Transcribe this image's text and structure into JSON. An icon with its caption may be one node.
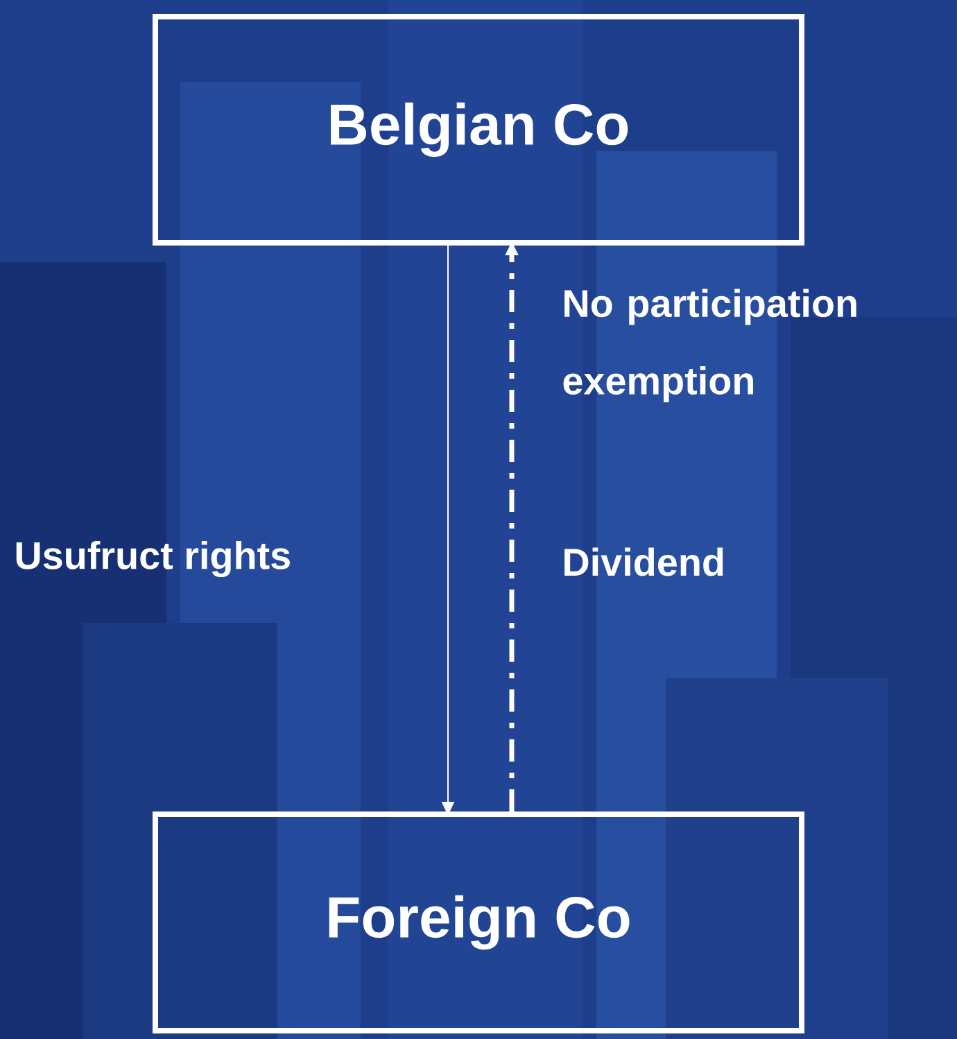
{
  "diagram": {
    "nodes": [
      {
        "text": [
          "Belgian Co"
        ]
      },
      {
        "text": [
          "Foreign Co"
        ]
      }
    ],
    "edges": [
      {
        "from": 0,
        "to": 1,
        "arrow": "to",
        "label": "Usufruct rights"
      },
      {
        "from": 1,
        "to": 0,
        "arrow": "to",
        "label": "Dividend",
        "style": "dashed"
      }
    ],
    "labels": [
      "No participation exemption"
    ]
  }
}
